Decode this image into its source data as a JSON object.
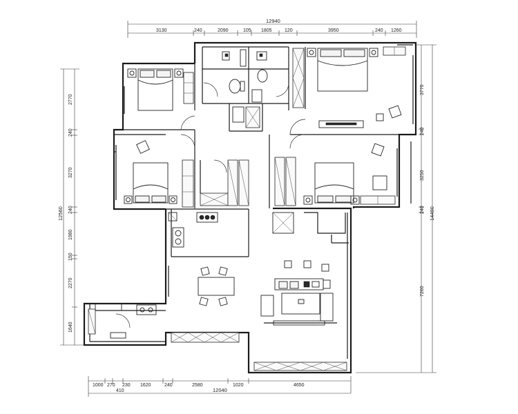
{
  "dimensions": {
    "top_total": "12940",
    "top_segments": [
      "3130",
      "240",
      "2090",
      "105",
      "1805",
      "120",
      "3950",
      "240",
      "1260"
    ],
    "bottom_total": "12040",
    "bottom_segments": [
      "1000",
      "270",
      "230",
      "1620",
      "240",
      "2580",
      "1020",
      "4650"
    ],
    "bottom_sub": "410",
    "left_total": "12560",
    "left_segments": [
      "2770",
      "240",
      "3270",
      "240",
      "1980",
      "150",
      "2270",
      "1640"
    ],
    "right_total": "14490",
    "right_segments": [
      "3770",
      "240",
      "3250",
      "240",
      "7260"
    ]
  }
}
